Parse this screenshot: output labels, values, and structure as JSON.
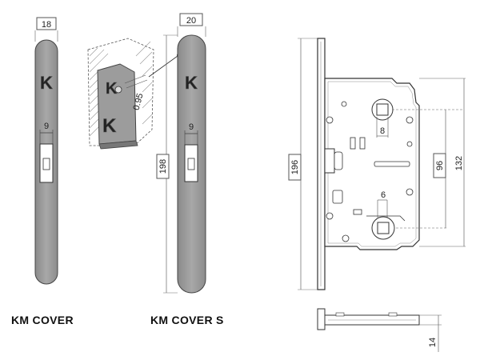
{
  "captions": {
    "km_cover": "KM COVER",
    "km_cover_s": "KM COVER S"
  },
  "logo_letter": "K",
  "dims": {
    "cover_width": "18",
    "cover_s_width": "20",
    "cover_slot": "9",
    "cover_s_slot": "9",
    "cover_s_height": "198",
    "detail_thickness": "0.95",
    "lock_height": "196",
    "lock_spindle": "8",
    "lock_cylinder": "6",
    "lock_center": "96",
    "lock_plate": "132",
    "lock_depth": "14"
  },
  "colors": {
    "plate_fill": "#9a9a9a",
    "line": "#333333",
    "dim_line": "#666666"
  }
}
